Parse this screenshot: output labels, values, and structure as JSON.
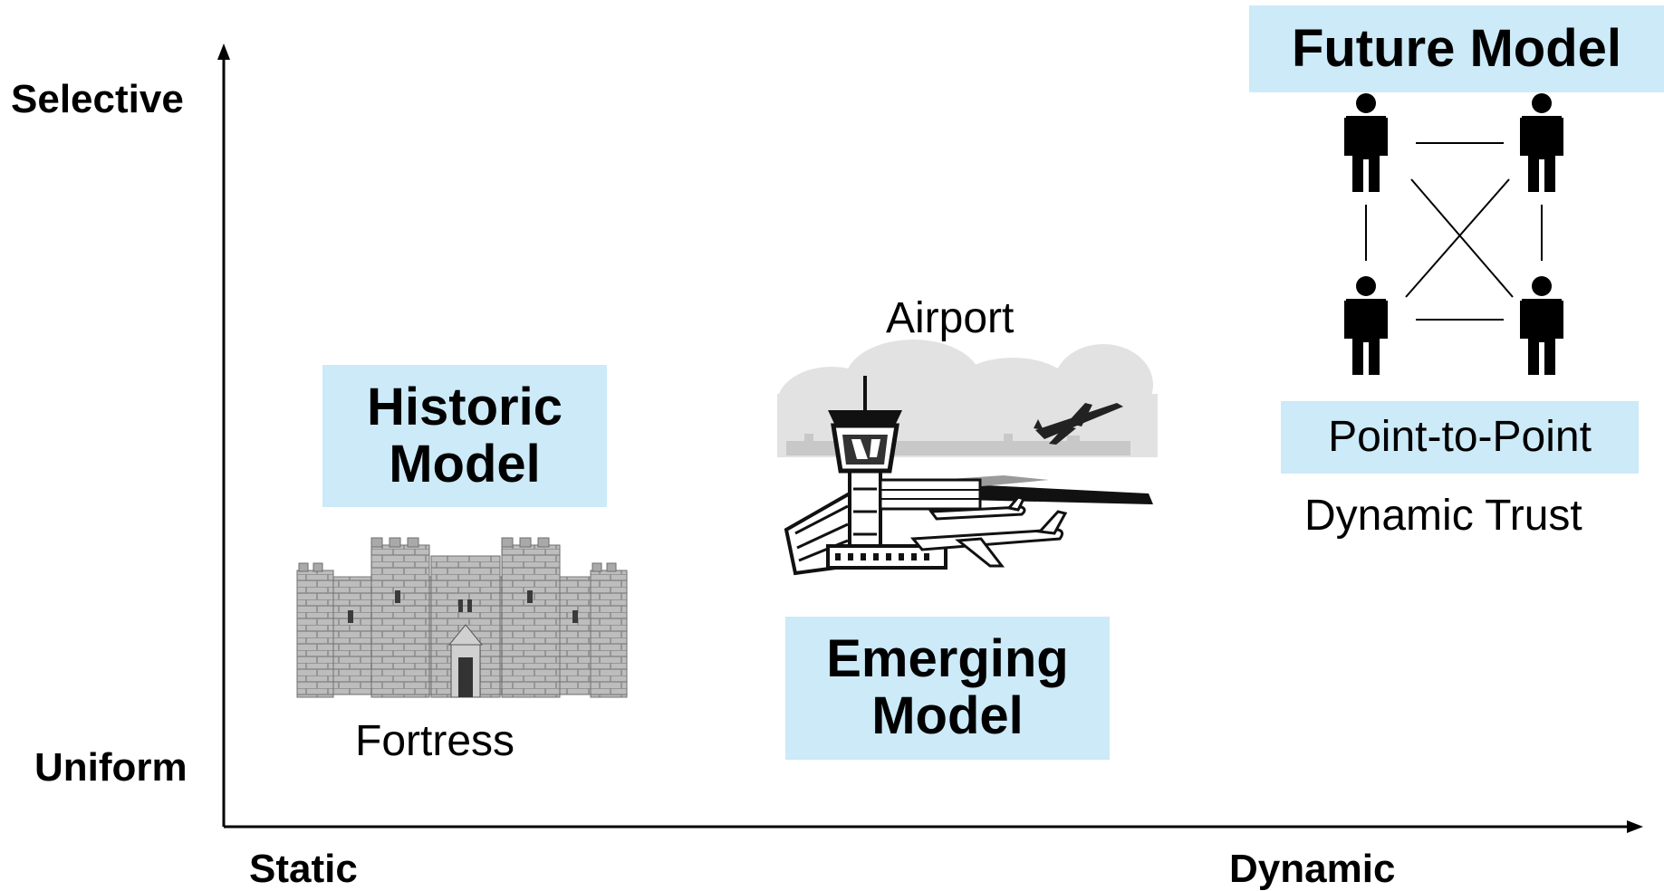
{
  "axes": {
    "y_top": "Selective",
    "y_bottom": "Uniform",
    "x_left": "Static",
    "x_right": "Dynamic"
  },
  "models": [
    {
      "title": "Historic\nModel",
      "caption": "Fortress",
      "icon": "castle-icon"
    },
    {
      "title": "Emerging\nModel",
      "caption": "Airport",
      "icon": "airport-icon"
    },
    {
      "title": "Future Model",
      "caption": "Point-to-Point",
      "subcaption": "Dynamic Trust",
      "icon": "people-network-icon"
    }
  ],
  "colors": {
    "box_fill": "#cceaf8",
    "ink": "#000000"
  }
}
